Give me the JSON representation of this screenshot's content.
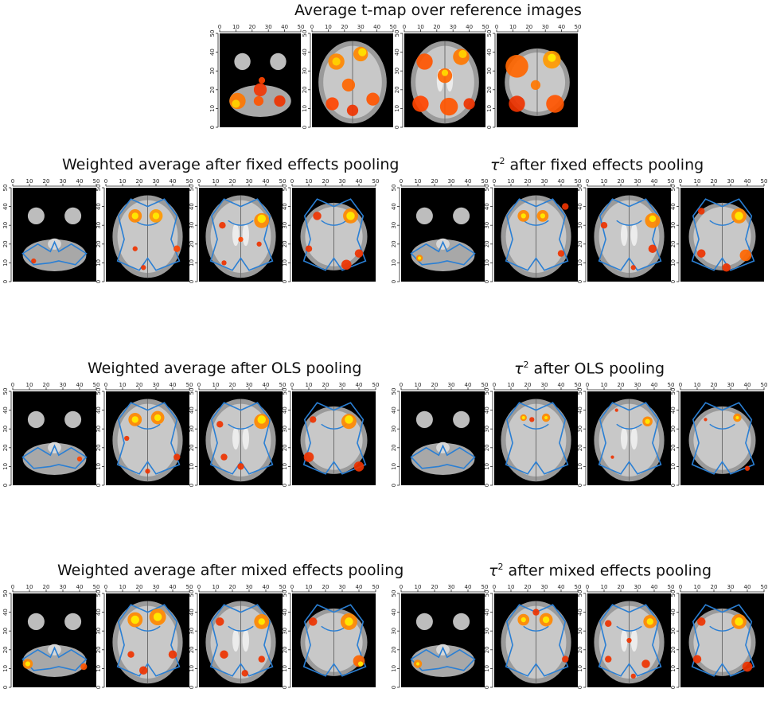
{
  "axis_ticks": [
    "0",
    "10",
    "20",
    "30",
    "40",
    "50"
  ],
  "groups": [
    {
      "id": "avg-tmap",
      "title": "Average t-map over reference images",
      "title_html": false,
      "contours": false,
      "blobs": [
        [
          [
            0.22,
            0.72,
            0.1,
            "#ff7700"
          ],
          [
            0.2,
            0.75,
            0.05,
            "#ffd400"
          ],
          [
            0.5,
            0.6,
            0.08,
            "#ee3300"
          ],
          [
            0.48,
            0.72,
            0.06,
            "#ff5500"
          ],
          [
            0.74,
            0.72,
            0.07,
            "#ee3300"
          ],
          [
            0.52,
            0.5,
            0.04,
            "#ff4400"
          ]
        ],
        [
          [
            0.3,
            0.3,
            0.1,
            "#ff8800"
          ],
          [
            0.3,
            0.3,
            0.05,
            "#ffd400"
          ],
          [
            0.6,
            0.22,
            0.09,
            "#ff8800"
          ],
          [
            0.62,
            0.2,
            0.05,
            "#ffe400"
          ],
          [
            0.45,
            0.55,
            0.08,
            "#ff6600"
          ],
          [
            0.25,
            0.75,
            0.08,
            "#ff4400"
          ],
          [
            0.75,
            0.7,
            0.08,
            "#ff5500"
          ],
          [
            0.5,
            0.82,
            0.07,
            "#ee3300"
          ]
        ],
        [
          [
            0.25,
            0.3,
            0.1,
            "#ff5500"
          ],
          [
            0.7,
            0.25,
            0.1,
            "#ff7700"
          ],
          [
            0.72,
            0.22,
            0.05,
            "#ffd400"
          ],
          [
            0.5,
            0.45,
            0.09,
            "#ff6600"
          ],
          [
            0.5,
            0.42,
            0.04,
            "#ffdd00"
          ],
          [
            0.2,
            0.75,
            0.1,
            "#ff4400"
          ],
          [
            0.55,
            0.78,
            0.11,
            "#ff5500"
          ],
          [
            0.8,
            0.75,
            0.07,
            "#ee3300"
          ]
        ],
        [
          [
            0.25,
            0.35,
            0.14,
            "#ff6600"
          ],
          [
            0.68,
            0.28,
            0.11,
            "#ff9900"
          ],
          [
            0.68,
            0.26,
            0.05,
            "#ffee00"
          ],
          [
            0.25,
            0.75,
            0.1,
            "#ee3300"
          ],
          [
            0.72,
            0.75,
            0.11,
            "#ff5500"
          ],
          [
            0.48,
            0.55,
            0.06,
            "#ff7700"
          ]
        ]
      ]
    },
    {
      "id": "wa-fixed",
      "title": "Weighted average after fixed effects pooling",
      "title_html": false,
      "contours": true,
      "blobs": [
        [
          [
            0.25,
            0.78,
            0.03,
            "#ee3300"
          ]
        ],
        [
          [
            0.35,
            0.3,
            0.08,
            "#ff8800"
          ],
          [
            0.35,
            0.3,
            0.04,
            "#ffee00"
          ],
          [
            0.6,
            0.3,
            0.08,
            "#ff9900"
          ],
          [
            0.6,
            0.3,
            0.04,
            "#ffee00"
          ],
          [
            0.35,
            0.65,
            0.03,
            "#ee3300"
          ],
          [
            0.85,
            0.65,
            0.04,
            "#ff4400"
          ],
          [
            0.45,
            0.85,
            0.03,
            "#ee3300"
          ]
        ],
        [
          [
            0.75,
            0.35,
            0.09,
            "#ff8800"
          ],
          [
            0.75,
            0.33,
            0.05,
            "#ffee00"
          ],
          [
            0.28,
            0.4,
            0.04,
            "#ee3300"
          ],
          [
            0.72,
            0.6,
            0.03,
            "#ee3300"
          ],
          [
            0.5,
            0.55,
            0.03,
            "#ff4400"
          ],
          [
            0.3,
            0.8,
            0.03,
            "#ee3300"
          ]
        ],
        [
          [
            0.7,
            0.3,
            0.09,
            "#ff8800"
          ],
          [
            0.7,
            0.3,
            0.05,
            "#ffee00"
          ],
          [
            0.3,
            0.3,
            0.05,
            "#ee3300"
          ],
          [
            0.8,
            0.7,
            0.05,
            "#ee3300"
          ],
          [
            0.65,
            0.82,
            0.06,
            "#ee3300"
          ],
          [
            0.2,
            0.65,
            0.04,
            "#ee3300"
          ]
        ]
      ]
    },
    {
      "id": "tau-fixed",
      "title": "after fixed effects pooling",
      "title_html": true,
      "contours": true,
      "blobs": [
        [
          [
            0.22,
            0.75,
            0.04,
            "#ff8800"
          ],
          [
            0.22,
            0.75,
            0.02,
            "#ffee00"
          ]
        ],
        [
          [
            0.35,
            0.3,
            0.07,
            "#ff8800"
          ],
          [
            0.35,
            0.3,
            0.03,
            "#ffee00"
          ],
          [
            0.58,
            0.3,
            0.07,
            "#ff8800"
          ],
          [
            0.58,
            0.3,
            0.03,
            "#ffee00"
          ],
          [
            0.85,
            0.2,
            0.04,
            "#ee3300"
          ],
          [
            0.8,
            0.7,
            0.04,
            "#ee3300"
          ]
        ],
        [
          [
            0.78,
            0.35,
            0.09,
            "#ff8800"
          ],
          [
            0.78,
            0.33,
            0.04,
            "#ffee00"
          ],
          [
            0.2,
            0.4,
            0.04,
            "#ee3300"
          ],
          [
            0.78,
            0.65,
            0.05,
            "#ee3300"
          ],
          [
            0.55,
            0.85,
            0.03,
            "#ee3300"
          ]
        ],
        [
          [
            0.7,
            0.3,
            0.09,
            "#ff8800"
          ],
          [
            0.7,
            0.3,
            0.05,
            "#ffee00"
          ],
          [
            0.25,
            0.25,
            0.04,
            "#ee3300"
          ],
          [
            0.78,
            0.72,
            0.07,
            "#ff6600"
          ],
          [
            0.25,
            0.7,
            0.05,
            "#ee3300"
          ],
          [
            0.55,
            0.85,
            0.05,
            "#ee3300"
          ]
        ]
      ]
    },
    {
      "id": "wa-ols",
      "title": "Weighted average after OLS pooling",
      "title_html": false,
      "contours": true,
      "blobs": [
        [
          [
            0.8,
            0.72,
            0.03,
            "#ff4400"
          ]
        ],
        [
          [
            0.35,
            0.3,
            0.08,
            "#ff8800"
          ],
          [
            0.35,
            0.3,
            0.04,
            "#ffee00"
          ],
          [
            0.62,
            0.28,
            0.08,
            "#ff8800"
          ],
          [
            0.62,
            0.28,
            0.04,
            "#ffee00"
          ],
          [
            0.85,
            0.7,
            0.04,
            "#ee3300"
          ],
          [
            0.5,
            0.85,
            0.03,
            "#ee3300"
          ],
          [
            0.25,
            0.5,
            0.03,
            "#ee3300"
          ]
        ],
        [
          [
            0.75,
            0.32,
            0.09,
            "#ff8800"
          ],
          [
            0.75,
            0.3,
            0.05,
            "#ffee00"
          ],
          [
            0.25,
            0.35,
            0.04,
            "#ee3300"
          ],
          [
            0.3,
            0.7,
            0.04,
            "#ee3300"
          ],
          [
            0.5,
            0.8,
            0.04,
            "#ee3300"
          ]
        ],
        [
          [
            0.68,
            0.32,
            0.09,
            "#ff8800"
          ],
          [
            0.68,
            0.3,
            0.05,
            "#ffee00"
          ],
          [
            0.25,
            0.3,
            0.04,
            "#ee3300"
          ],
          [
            0.2,
            0.7,
            0.06,
            "#ee3300"
          ],
          [
            0.8,
            0.8,
            0.06,
            "#ee3300"
          ]
        ]
      ]
    },
    {
      "id": "tau-ols",
      "title": "after OLS pooling",
      "title_html": true,
      "contours": true,
      "blobs": [
        [],
        [
          [
            0.35,
            0.28,
            0.04,
            "#ff8800"
          ],
          [
            0.35,
            0.28,
            0.02,
            "#ffee00"
          ],
          [
            0.62,
            0.28,
            0.05,
            "#ff8800"
          ],
          [
            0.62,
            0.28,
            0.02,
            "#ffee00"
          ],
          [
            0.45,
            0.3,
            0.03,
            "#ee3300"
          ]
        ],
        [
          [
            0.72,
            0.32,
            0.06,
            "#ff8800"
          ],
          [
            0.72,
            0.32,
            0.03,
            "#ffee00"
          ],
          [
            0.3,
            0.7,
            0.02,
            "#ee3300"
          ],
          [
            0.35,
            0.2,
            0.02,
            "#ee3300"
          ]
        ],
        [
          [
            0.68,
            0.28,
            0.05,
            "#ff8800"
          ],
          [
            0.68,
            0.28,
            0.02,
            "#ffee00"
          ],
          [
            0.3,
            0.3,
            0.02,
            "#ee3300"
          ],
          [
            0.8,
            0.82,
            0.03,
            "#ee3300"
          ]
        ]
      ]
    },
    {
      "id": "wa-mixed",
      "title": "Weighted average after mixed effects pooling",
      "title_html": false,
      "contours": true,
      "blobs": [
        [
          [
            0.18,
            0.75,
            0.06,
            "#ff8800"
          ],
          [
            0.18,
            0.75,
            0.03,
            "#ffee00"
          ],
          [
            0.85,
            0.78,
            0.04,
            "#ff5500"
          ]
        ],
        [
          [
            0.35,
            0.28,
            0.09,
            "#ff8800"
          ],
          [
            0.35,
            0.28,
            0.05,
            "#ffee00"
          ],
          [
            0.62,
            0.25,
            0.1,
            "#ff8800"
          ],
          [
            0.62,
            0.25,
            0.05,
            "#ffee00"
          ],
          [
            0.3,
            0.65,
            0.04,
            "#ee3300"
          ],
          [
            0.8,
            0.65,
            0.05,
            "#ee3300"
          ],
          [
            0.45,
            0.82,
            0.05,
            "#ee3300"
          ]
        ],
        [
          [
            0.75,
            0.3,
            0.09,
            "#ff8800"
          ],
          [
            0.75,
            0.3,
            0.04,
            "#ffee00"
          ],
          [
            0.25,
            0.3,
            0.05,
            "#ee3300"
          ],
          [
            0.3,
            0.65,
            0.05,
            "#ee3300"
          ],
          [
            0.75,
            0.7,
            0.04,
            "#ee3300"
          ],
          [
            0.55,
            0.85,
            0.04,
            "#ee3300"
          ]
        ],
        [
          [
            0.68,
            0.3,
            0.1,
            "#ff8800"
          ],
          [
            0.68,
            0.3,
            0.05,
            "#ffee00"
          ],
          [
            0.25,
            0.3,
            0.05,
            "#ee3300"
          ],
          [
            0.8,
            0.72,
            0.07,
            "#ff6600"
          ],
          [
            0.82,
            0.75,
            0.03,
            "#ffee00"
          ]
        ]
      ]
    },
    {
      "id": "tau-mixed",
      "title": "after mixed effects pooling",
      "title_html": true,
      "contours": true,
      "blobs": [
        [
          [
            0.2,
            0.75,
            0.05,
            "#ff8800"
          ],
          [
            0.2,
            0.75,
            0.02,
            "#ffee00"
          ]
        ],
        [
          [
            0.35,
            0.28,
            0.07,
            "#ff8800"
          ],
          [
            0.35,
            0.28,
            0.03,
            "#ffee00"
          ],
          [
            0.62,
            0.28,
            0.08,
            "#ff8800"
          ],
          [
            0.62,
            0.28,
            0.04,
            "#ffee00"
          ],
          [
            0.5,
            0.2,
            0.04,
            "#ee3300"
          ],
          [
            0.85,
            0.7,
            0.04,
            "#ee3300"
          ]
        ],
        [
          [
            0.75,
            0.3,
            0.08,
            "#ff8800"
          ],
          [
            0.75,
            0.3,
            0.04,
            "#ffee00"
          ],
          [
            0.25,
            0.32,
            0.04,
            "#ee3300"
          ],
          [
            0.5,
            0.5,
            0.03,
            "#ee3300"
          ],
          [
            0.25,
            0.7,
            0.04,
            "#ee3300"
          ],
          [
            0.7,
            0.75,
            0.05,
            "#ee3300"
          ],
          [
            0.55,
            0.88,
            0.03,
            "#ee3300"
          ]
        ],
        [
          [
            0.7,
            0.3,
            0.09,
            "#ff8800"
          ],
          [
            0.7,
            0.3,
            0.05,
            "#ffee00"
          ],
          [
            0.25,
            0.3,
            0.05,
            "#ee3300"
          ],
          [
            0.2,
            0.7,
            0.05,
            "#ee3300"
          ],
          [
            0.8,
            0.78,
            0.06,
            "#ee3300"
          ]
        ]
      ]
    }
  ]
}
